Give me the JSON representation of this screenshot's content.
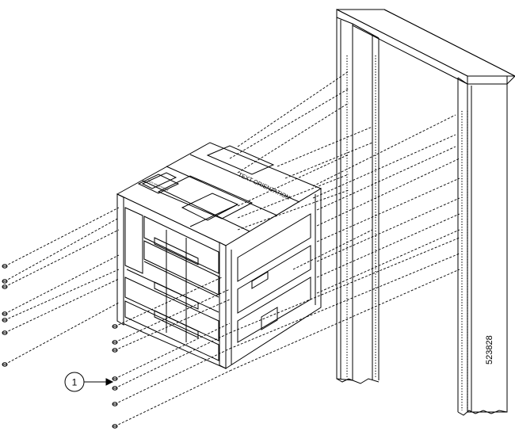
{
  "figure": {
    "label_text": "TEXT ORIENTATION",
    "label_small": "TEXT ORIENTATION",
    "callout_number": "1",
    "figure_id": "523828"
  }
}
